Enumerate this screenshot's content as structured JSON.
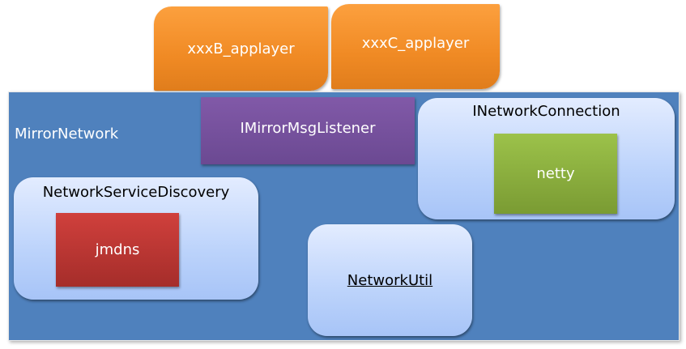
{
  "top_layer": {
    "boxes": [
      {
        "label": "xxxB_applayer"
      },
      {
        "label": "xxxC_applayer"
      }
    ]
  },
  "mirror_network": {
    "label": "MirrorNetwork",
    "listener": {
      "label": "IMirrorMsgListener"
    },
    "network_connection": {
      "title": "INetworkConnection",
      "impl": "netty"
    },
    "service_discovery": {
      "title": "NetworkServiceDiscovery",
      "impl": "jmdns"
    },
    "network_util": {
      "label": "NetworkUtil"
    }
  },
  "colors": {
    "app_layer": "#f59331",
    "panel": "#4f81bd",
    "listener": "#7553a0",
    "netty": "#8cb040",
    "jmdns": "#bf3633",
    "container": "#c6d9fd"
  }
}
